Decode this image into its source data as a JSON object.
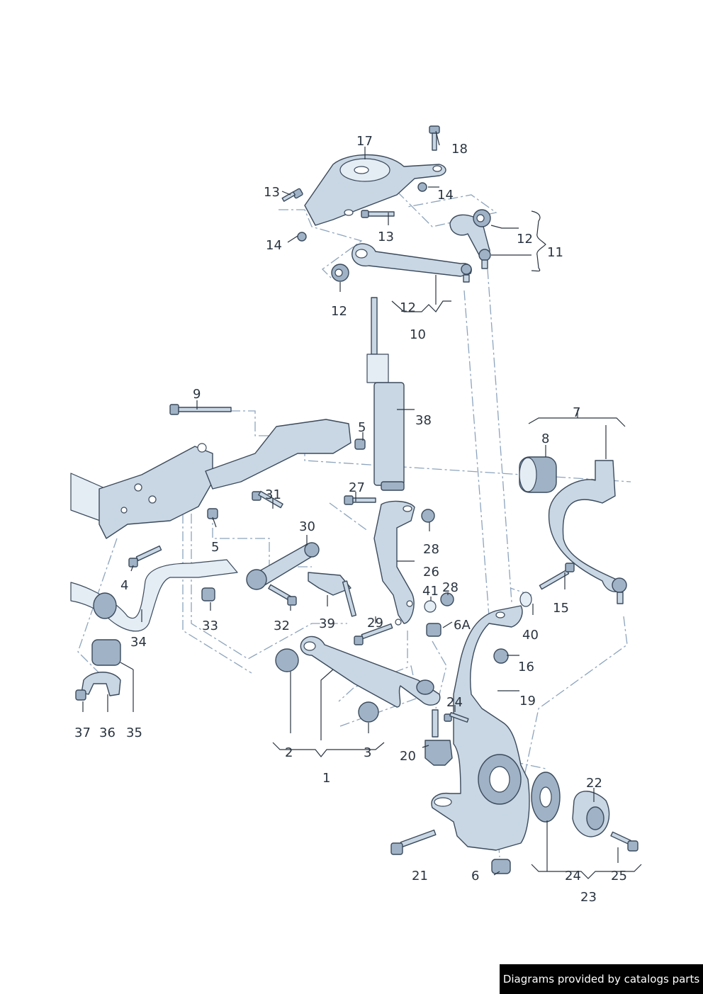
{
  "footer": {
    "text": "Diagrams provided by catalogs parts"
  },
  "labels": {
    "l1": "1",
    "l2": "2",
    "l3": "3",
    "l4": "4",
    "l5a": "5",
    "l5b": "5",
    "l6": "6",
    "l6A": "6A",
    "l7": "7",
    "l8": "8",
    "l9": "9",
    "l10": "10",
    "l11": "11",
    "l12a": "12",
    "l12b": "12",
    "l12c": "12",
    "l13a": "13",
    "l13b": "13",
    "l14a": "14",
    "l14b": "14",
    "l15": "15",
    "l16": "16",
    "l17": "17",
    "l18": "18",
    "l19": "19",
    "l20": "20",
    "l21": "21",
    "l22": "22",
    "l23": "23",
    "l24a": "24",
    "l24b": "24",
    "l25": "25",
    "l26": "26",
    "l27": "27",
    "l28a": "28",
    "l28b": "28",
    "l29": "29",
    "l30": "30",
    "l31": "31",
    "l32": "32",
    "l33": "33",
    "l34": "34",
    "l35": "35",
    "l36": "36",
    "l37": "37",
    "l38": "38",
    "l39": "39",
    "l40": "40",
    "l41": "41"
  }
}
